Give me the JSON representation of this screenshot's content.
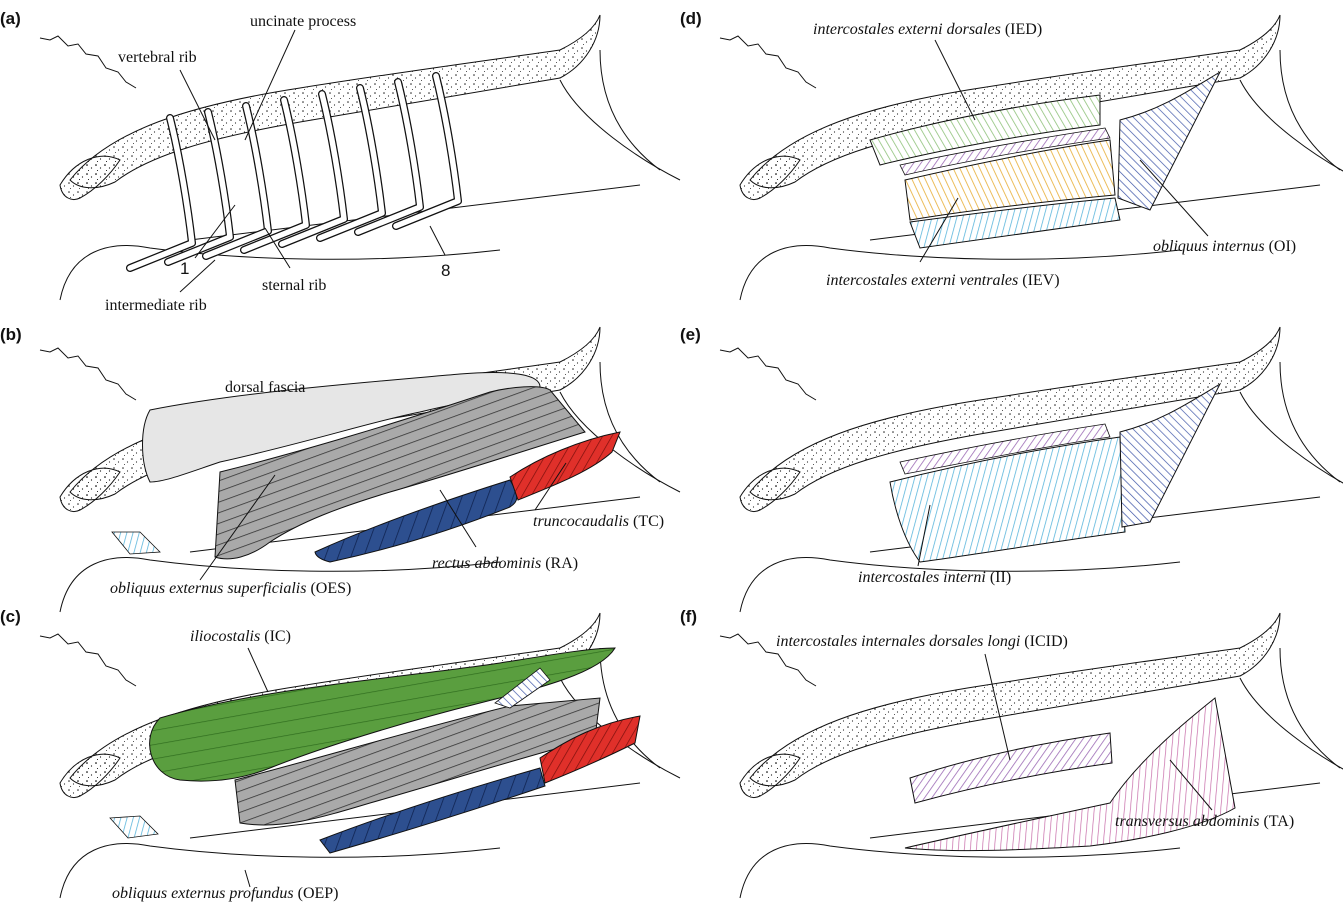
{
  "panels": {
    "a": {
      "tag": "(a)",
      "labels": {
        "uncinate": "uncinate process",
        "vertebral": "vertebral rib",
        "num1": "1",
        "num8": "8",
        "sternal": "sternal rib",
        "intermediate": "intermediate rib"
      }
    },
    "b": {
      "tag": "(b)",
      "labels": {
        "dorsal_fascia": "dorsal fascia",
        "tc_name": "truncocaudalis",
        "tc_abbr": " (TC)",
        "ra_name": "rectus abdominis",
        "ra_abbr": " (RA)",
        "oes_name": "obliquus externus superficialis",
        "oes_abbr": " (OES)"
      }
    },
    "c": {
      "tag": "(c)",
      "labels": {
        "ic_name": "iliocostalis",
        "ic_abbr": " (IC)",
        "oep_name": "obliquus externus profundus",
        "oep_abbr": " (OEP)"
      }
    },
    "d": {
      "tag": "(d)",
      "labels": {
        "ied_name": "intercostales externi dorsales",
        "ied_abbr": " (IED)",
        "oi_name": "obliquus internus",
        "oi_abbr": " (OI)",
        "iev_name": "intercostales externi ventrales",
        "iev_abbr": " (IEV)"
      }
    },
    "e": {
      "tag": "(e)",
      "labels": {
        "ii_name": "intercostales interni",
        "ii_abbr": " (II)"
      }
    },
    "f": {
      "tag": "(f)",
      "labels": {
        "icid_name": "intercostales internales dorsales longi",
        "icid_abbr": " (ICID)",
        "ta_name": "transversus abdominis",
        "ta_abbr": " (TA)"
      }
    }
  },
  "colors": {
    "fascia": "#e6e6e6",
    "oes_grey": "#a9a9a9",
    "ra_blue": "#2d4f8f",
    "tc_red": "#e0302a",
    "ic_green": "#5a9e3f",
    "ied_green": "#cfe3b8",
    "iev_yellow": "#f6d98a",
    "ii_cyan": "#a7d8ee",
    "purple": "#c9a6d6",
    "ta_pink": "#e7b9d8",
    "oi_blue": "#7b8fc9"
  }
}
